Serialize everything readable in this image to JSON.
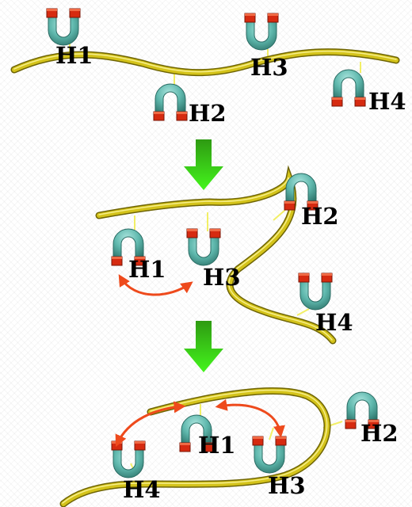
{
  "colors": {
    "strand": "#d4c31a",
    "strand_dark": "#8c7f0a",
    "magnet_body": "#5fb8ad",
    "magnet_body_dark": "#2f7d74",
    "magnet_tip": "#d62a10",
    "arrow_green": "#22d40a",
    "interaction_arrow": "#ee4a1c",
    "tether": "#f2ef66"
  },
  "stages": [
    {
      "name": "stage-1",
      "labels": [
        "H1",
        "H2",
        "H3",
        "H4"
      ]
    },
    {
      "name": "stage-2",
      "labels": [
        "H1",
        "H2",
        "H3",
        "H4"
      ]
    },
    {
      "name": "stage-3",
      "labels": [
        "H1",
        "H2",
        "H3",
        "H4"
      ]
    }
  ],
  "transition_arrow_count": 2
}
